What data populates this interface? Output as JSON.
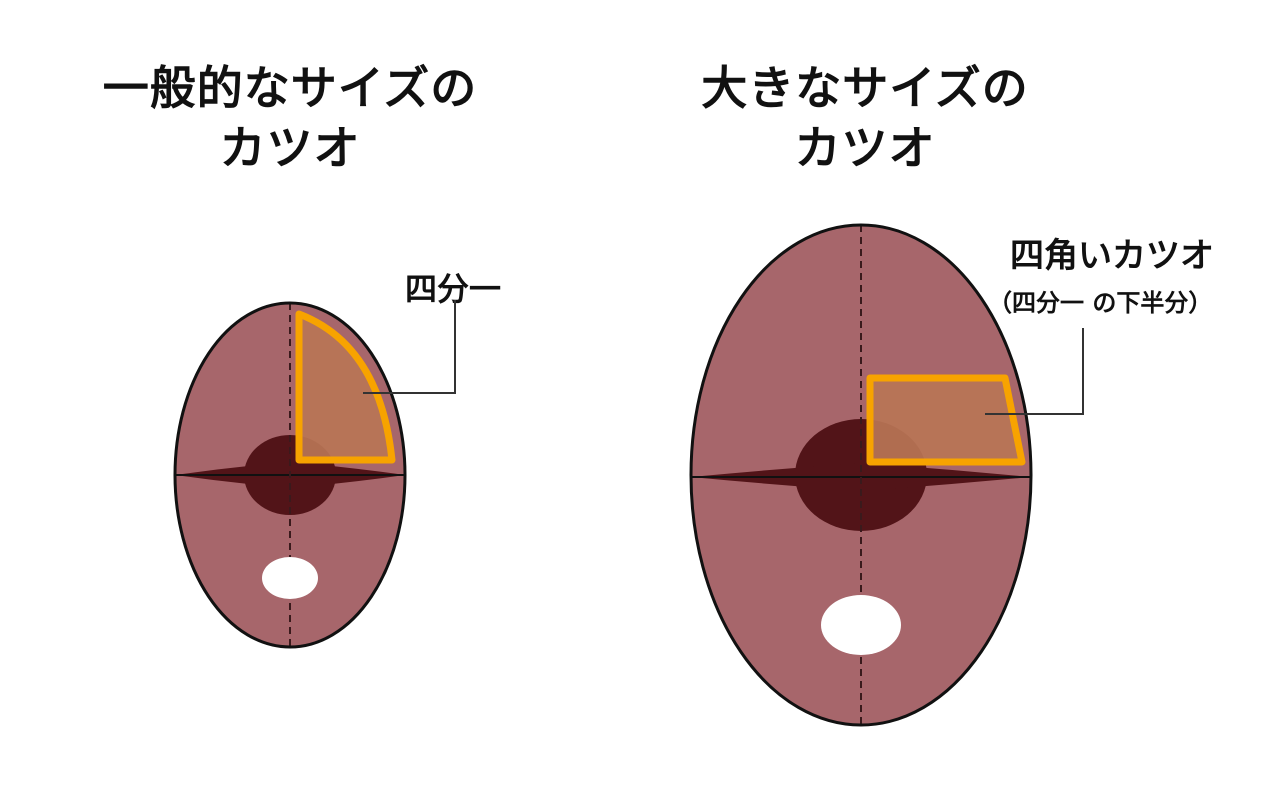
{
  "left": {
    "title_line1": "一般的なサイズの",
    "title_line2": "カツオ",
    "callout": "四分一"
  },
  "right": {
    "title_line1": "大きなサイズの",
    "title_line2": "カツオ",
    "callout_line1": "四角いカツオ",
    "callout_line2": "（四分一 の下半分）"
  },
  "colors": {
    "flesh": "#a7666b",
    "dark_meat": "#521418",
    "highlight_fill": "#b97556",
    "highlight_border": "#f7a300",
    "outline": "#111111",
    "spot": "#ffffff"
  }
}
